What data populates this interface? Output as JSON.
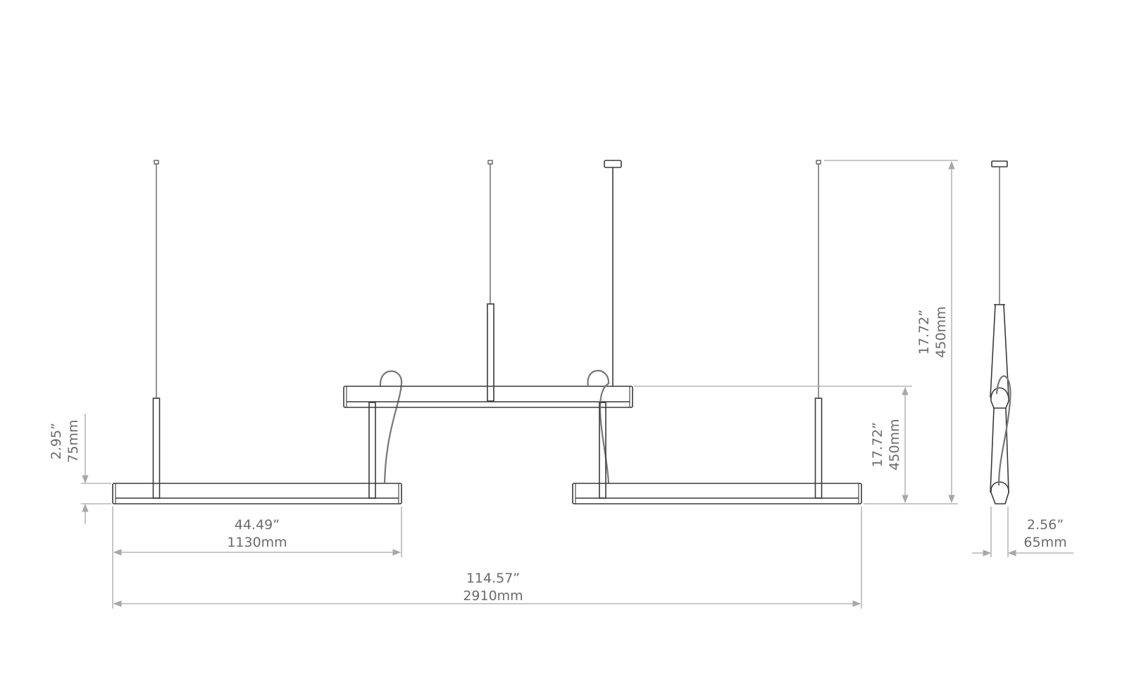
{
  "dimensions": {
    "bar_height": {
      "inches": "2.95”",
      "mm": "75mm"
    },
    "bar_length": {
      "inches": "44.49”",
      "mm": "1130mm"
    },
    "total_length": {
      "inches": "114.57”",
      "mm": "2910mm"
    },
    "tier_offset": {
      "inches": "17.72”",
      "mm": "450mm"
    },
    "suspension_height": {
      "inches": "17.72”",
      "mm": "450mm"
    },
    "side_width": {
      "inches": "2.56”",
      "mm": "65mm"
    }
  },
  "colors": {
    "line": "#3a3a3a",
    "dimension": "#a8a8a8",
    "text": "#6b6b6b"
  }
}
